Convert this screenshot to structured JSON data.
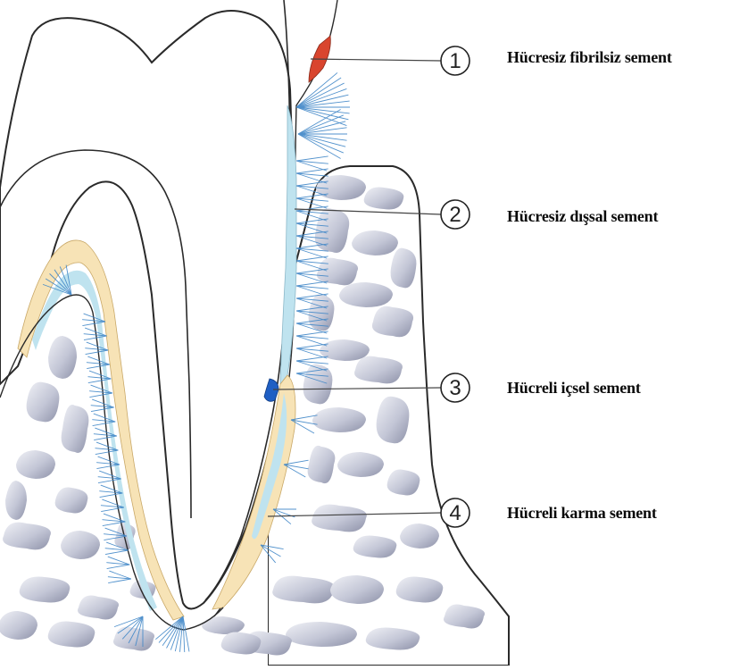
{
  "diagram": {
    "callouts": [
      {
        "number": "1",
        "label": "Hücresiz fibrilsiz sement"
      },
      {
        "number": "2",
        "label": "Hücresiz dışsal sement"
      },
      {
        "number": "3",
        "label": "Hücreli içsel sement"
      },
      {
        "number": "4",
        "label": "Hücreli karma sement"
      }
    ],
    "colors": {
      "outline": "#2a2a2a",
      "bone_cavity": "#c9cbd8",
      "cementum_blue": "#bfe3ef",
      "cementum_yellow": "#f7e3b6",
      "fiber_lines": "#3f86c7",
      "marker_red": "#d9452e",
      "marker_blue": "#1f5fc4"
    }
  }
}
